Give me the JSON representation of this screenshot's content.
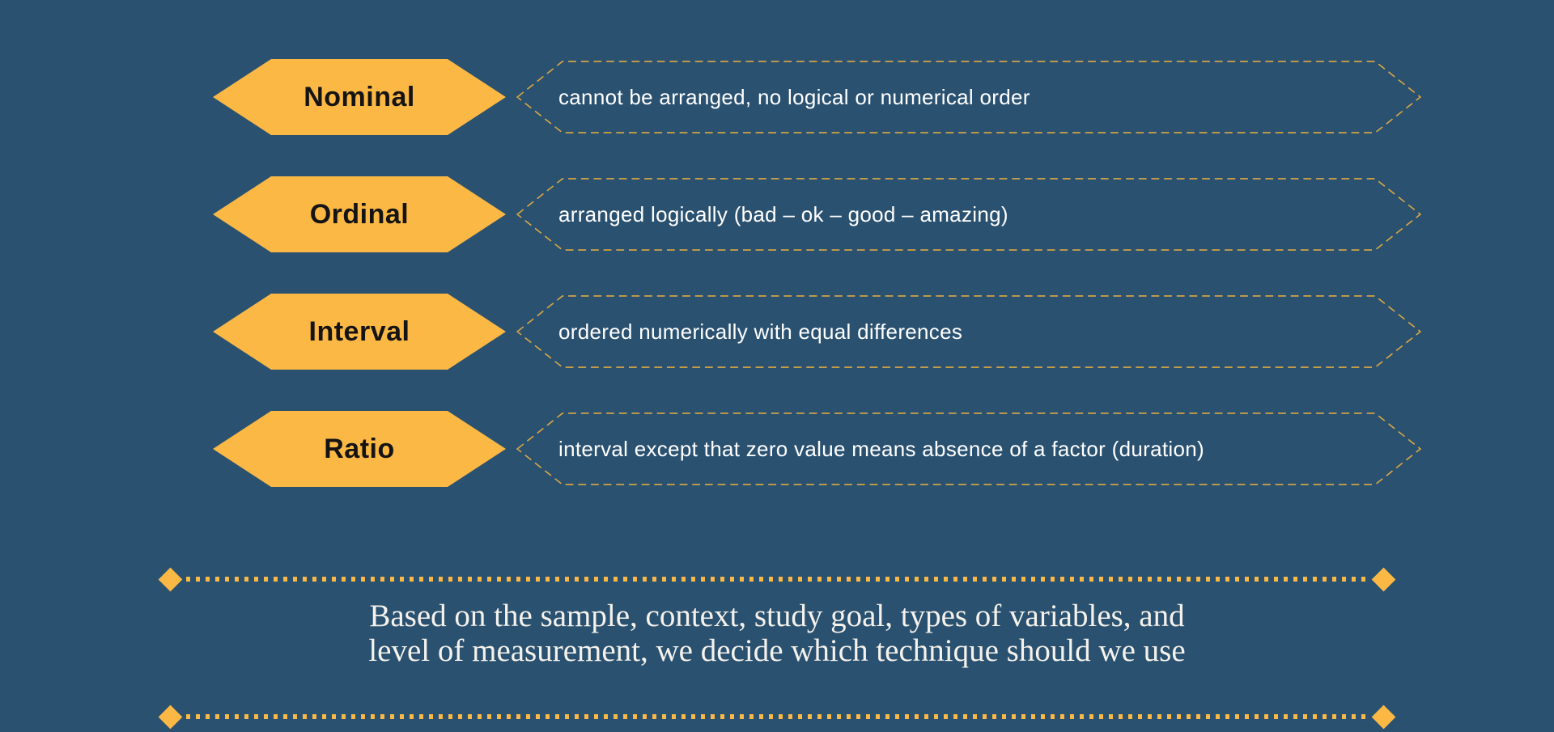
{
  "colors": {
    "background": "#2a5170",
    "accent_yellow": "#fbb844",
    "dashed_border": "#dca944",
    "label_text": "#141414",
    "description_text": "#ffffff",
    "footer_text": "#f5f2ec"
  },
  "rows": [
    {
      "label": "Nominal",
      "description": "cannot be arranged, no logical or numerical order"
    },
    {
      "label": "Ordinal",
      "description": "arranged logically (bad – ok – good – amazing)"
    },
    {
      "label": "Interval",
      "description": "ordered numerically with equal differences"
    },
    {
      "label": "Ratio",
      "description": "interval except that zero value means absence of a factor (duration)"
    }
  ],
  "footer": {
    "note_line1": "Based on the sample, context, study goal, types of variables, and",
    "note_line2": "level of measurement, we decide which technique should we use"
  }
}
